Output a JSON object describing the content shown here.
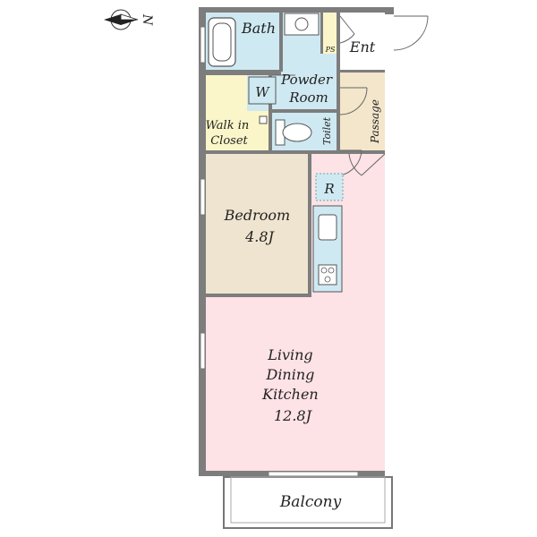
{
  "compass": {
    "label": "N",
    "icon": "north-arrow-icon"
  },
  "rooms": {
    "bath": "Bath",
    "entrance": "Ent",
    "ps": "PS",
    "powder_room": [
      "Powder",
      "Room"
    ],
    "washer": "W",
    "walk_in_closet": [
      "Walk in",
      "Closet"
    ],
    "toilet": "Toilet",
    "passage": "Passage",
    "refrigerator": "R",
    "bedroom": [
      "Bedroom",
      "4.8J"
    ],
    "ldk": [
      "Living",
      "Dining",
      "Kitchen",
      "12.8J"
    ],
    "balcony": "Balcony"
  },
  "colors": {
    "wet_area": "#cfe9f2",
    "closet": "#fbf6c9",
    "bedroom": "#efe4cf",
    "ldk": "#fde2e6",
    "passage": "#f3e6cb",
    "wall": "#7d7d7d"
  },
  "icons": [
    "bathtub-icon",
    "washbasin-icon",
    "toilet-icon",
    "sink-icon",
    "stove-icon",
    "door-swing-icon"
  ]
}
